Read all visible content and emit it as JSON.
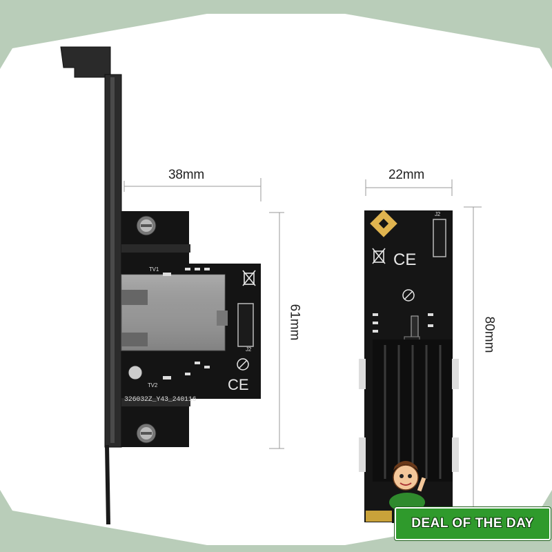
{
  "dimensions": {
    "width_left": "38mm",
    "height_left": "61mm",
    "width_right": "22mm",
    "height_right": "80mm"
  },
  "pcb_labels": {
    "left_serial": "326032Z_Y43_240116",
    "left_tv1": "TV1",
    "left_tv2": "TV2",
    "left_j2": "J2",
    "right_j2": "J2"
  },
  "banner": {
    "text": "DEAL OF THE DAY"
  },
  "colors": {
    "background": "#b9cdb9",
    "panel": "#ffffff",
    "pcb": "#141414",
    "banner": "#2f9a2c"
  },
  "icons": [
    "ce-mark-icon",
    "weee-bin-icon",
    "pb-free-icon",
    "mascot-icon"
  ]
}
